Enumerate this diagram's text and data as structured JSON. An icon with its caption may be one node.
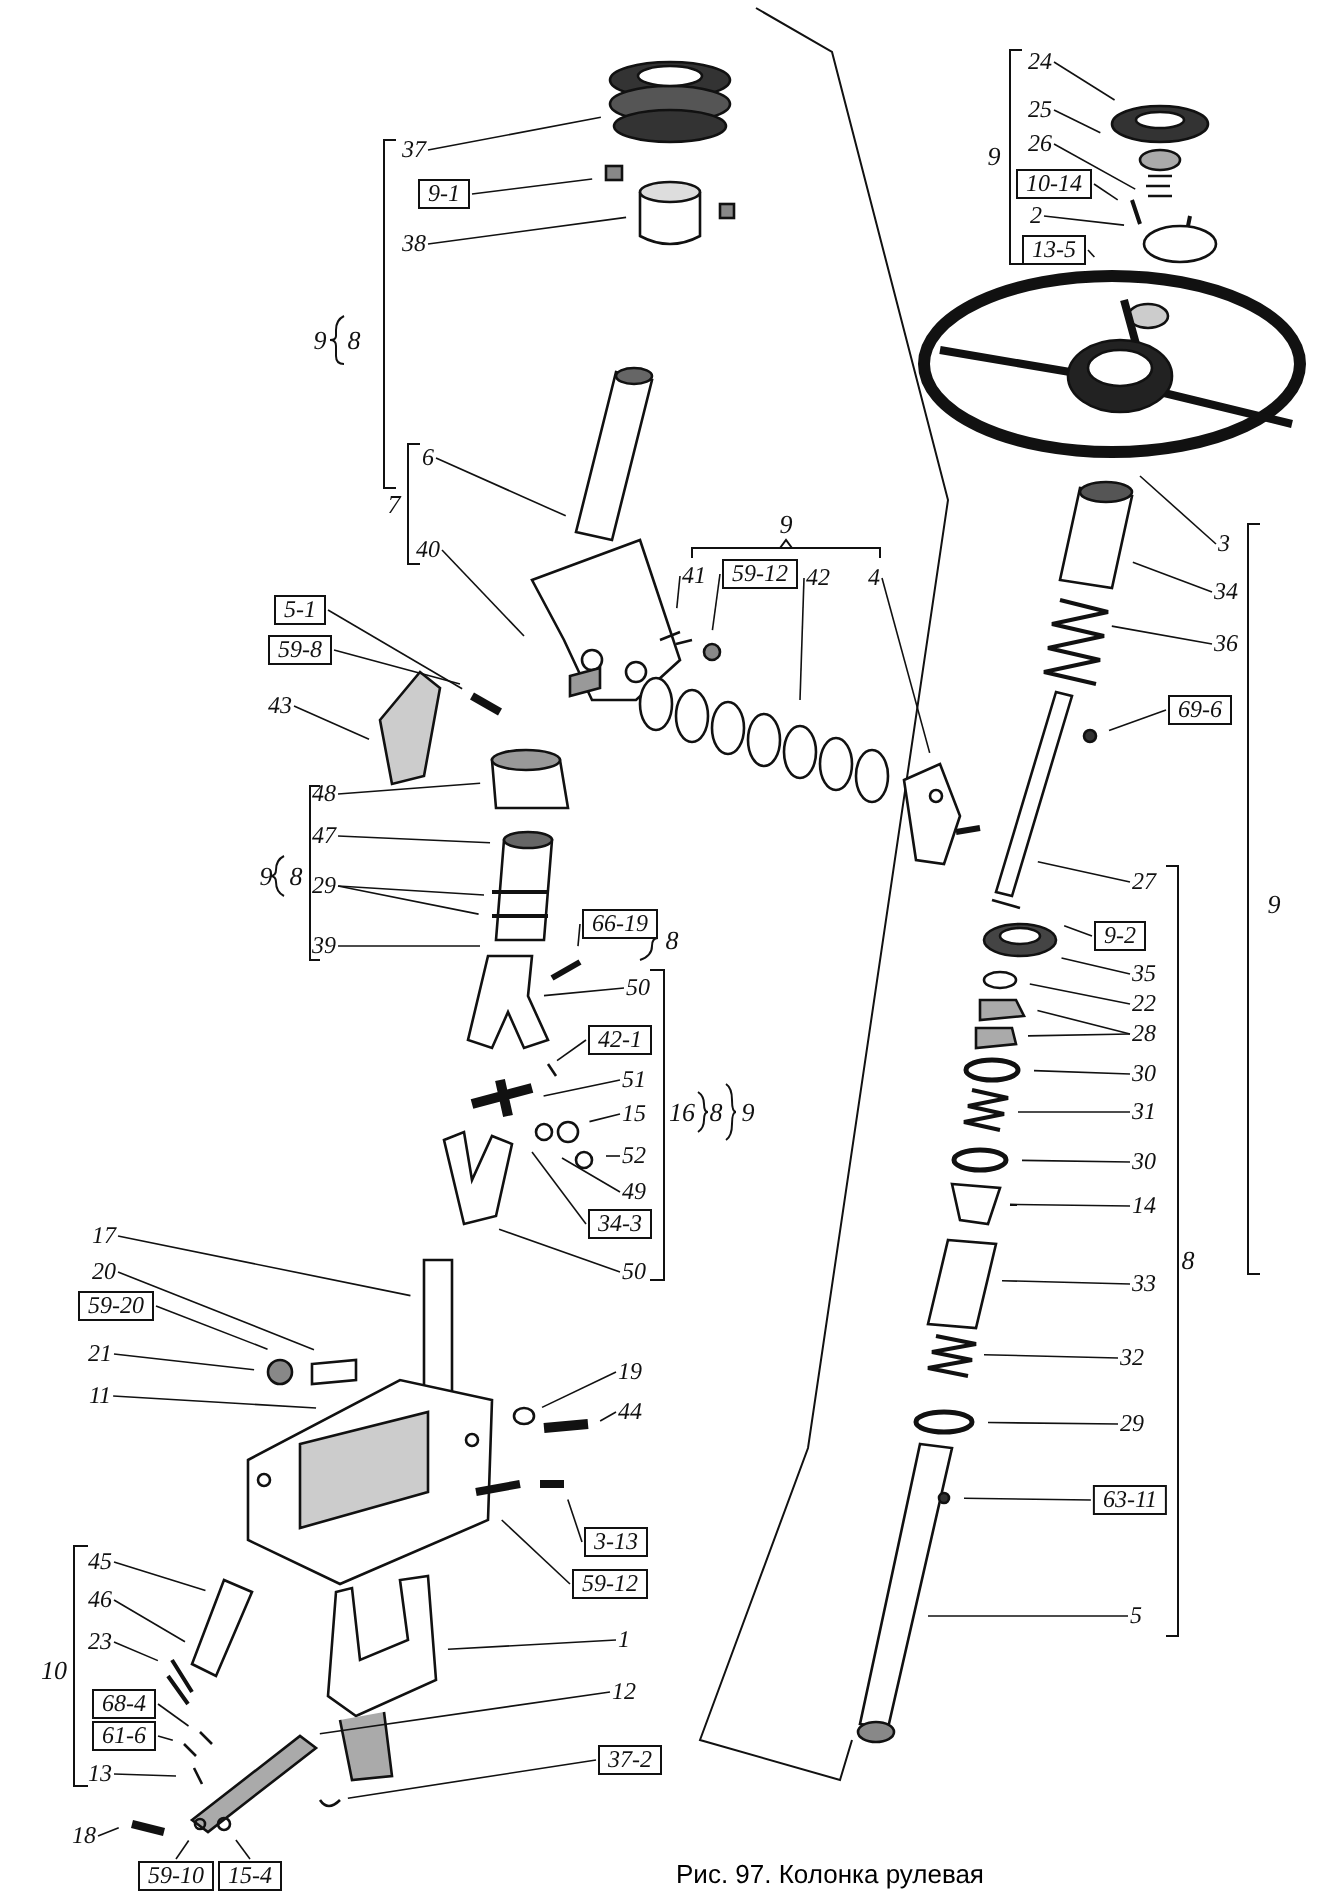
{
  "diagram": {
    "caption": "Рис. 97. Колонка рулевая",
    "nodes": [
      {
        "text": [
          "24"
        ]
      },
      {
        "text": [
          "25"
        ]
      },
      {
        "text": [
          "37"
        ]
      },
      {
        "text": [
          "26"
        ]
      },
      {
        "text": [
          "10-14"
        ]
      },
      {
        "text": [
          "9-1"
        ]
      },
      {
        "text": [
          "2"
        ]
      },
      {
        "text": [
          "38"
        ]
      },
      {
        "text": [
          "13-5"
        ]
      },
      {
        "text": [
          "6"
        ]
      },
      {
        "text": [
          "3"
        ]
      },
      {
        "text": [
          "40"
        ]
      },
      {
        "text": [
          "41"
        ]
      },
      {
        "text": [
          "59-12"
        ]
      },
      {
        "text": [
          "42"
        ]
      },
      {
        "text": [
          "4"
        ]
      },
      {
        "text": [
          "34"
        ]
      },
      {
        "text": [
          "5-1"
        ]
      },
      {
        "text": [
          "36"
        ]
      },
      {
        "text": [
          "59-8"
        ]
      },
      {
        "text": [
          "43"
        ]
      },
      {
        "text": [
          "69-6"
        ]
      },
      {
        "text": [
          "48"
        ]
      },
      {
        "text": [
          "47"
        ]
      },
      {
        "text": [
          "27"
        ]
      },
      {
        "text": [
          "29"
        ]
      },
      {
        "text": [
          "66-19"
        ]
      },
      {
        "text": [
          "9-2"
        ]
      },
      {
        "text": [
          "39"
        ]
      },
      {
        "text": [
          "35"
        ]
      },
      {
        "text": [
          "50"
        ]
      },
      {
        "text": [
          "22"
        ]
      },
      {
        "text": [
          "28"
        ]
      },
      {
        "text": [
          "42-1"
        ]
      },
      {
        "text": [
          "30"
        ]
      },
      {
        "text": [
          "51"
        ]
      },
      {
        "text": [
          "31"
        ]
      },
      {
        "text": [
          "15"
        ]
      },
      {
        "text": [
          "52"
        ]
      },
      {
        "text": [
          "30"
        ]
      },
      {
        "text": [
          "49"
        ]
      },
      {
        "text": [
          "14"
        ]
      },
      {
        "text": [
          "34-3"
        ]
      },
      {
        "text": [
          "17"
        ]
      },
      {
        "text": [
          "50"
        ]
      },
      {
        "text": [
          "20"
        ]
      },
      {
        "text": [
          "33"
        ]
      },
      {
        "text": [
          "59-20"
        ]
      },
      {
        "text": [
          "21"
        ]
      },
      {
        "text": [
          "32"
        ]
      },
      {
        "text": [
          "19"
        ]
      },
      {
        "text": [
          "11"
        ]
      },
      {
        "text": [
          "44"
        ]
      },
      {
        "text": [
          "29"
        ]
      },
      {
        "text": [
          "63-11"
        ]
      },
      {
        "text": [
          "3-13"
        ]
      },
      {
        "text": [
          "45"
        ]
      },
      {
        "text": [
          "59-12"
        ]
      },
      {
        "text": [
          "46"
        ]
      },
      {
        "text": [
          "5"
        ]
      },
      {
        "text": [
          "1"
        ]
      },
      {
        "text": [
          "23"
        ]
      },
      {
        "text": [
          "12"
        ]
      },
      {
        "text": [
          "68-4"
        ]
      },
      {
        "text": [
          "61-6"
        ]
      },
      {
        "text": [
          "37-2"
        ]
      },
      {
        "text": [
          "13"
        ]
      },
      {
        "text": [
          "18"
        ]
      },
      {
        "text": [
          "59-10"
        ]
      },
      {
        "text": [
          "15-4"
        ]
      }
    ],
    "edges": [
      {
        "from": 0,
        "to": null,
        "arrow": "none"
      },
      {
        "from": 1,
        "to": null,
        "arrow": "none"
      },
      {
        "from": 2,
        "to": null,
        "arrow": "none"
      },
      {
        "from": 3,
        "to": null,
        "arrow": "none"
      },
      {
        "from": 4,
        "to": null,
        "arrow": "none"
      },
      {
        "from": 5,
        "to": null,
        "arrow": "none"
      },
      {
        "from": 6,
        "to": null,
        "arrow": "none"
      },
      {
        "from": 7,
        "to": null,
        "arrow": "none"
      },
      {
        "from": 8,
        "to": null,
        "arrow": "none"
      },
      {
        "from": 9,
        "to": null,
        "arrow": "none"
      },
      {
        "from": 10,
        "to": null,
        "arrow": "none"
      },
      {
        "from": 11,
        "to": null,
        "arrow": "none"
      },
      {
        "from": 12,
        "to": null,
        "arrow": "none"
      },
      {
        "from": 13,
        "to": null,
        "arrow": "none"
      },
      {
        "from": 14,
        "to": null,
        "arrow": "none"
      },
      {
        "from": 15,
        "to": null,
        "arrow": "none"
      },
      {
        "from": 16,
        "to": null,
        "arrow": "none"
      },
      {
        "from": 17,
        "to": null,
        "arrow": "none"
      },
      {
        "from": 18,
        "to": null,
        "arrow": "none"
      },
      {
        "from": 19,
        "to": null,
        "arrow": "none"
      },
      {
        "from": 20,
        "to": null,
        "arrow": "none"
      },
      {
        "from": 21,
        "to": null,
        "arrow": "none"
      },
      {
        "from": 22,
        "to": null,
        "arrow": "none"
      },
      {
        "from": 23,
        "to": null,
        "arrow": "none"
      },
      {
        "from": 24,
        "to": null,
        "arrow": "none"
      },
      {
        "from": 25,
        "to": null,
        "arrow": "none"
      },
      {
        "from": 25,
        "to": null,
        "arrow": "none"
      },
      {
        "from": 26,
        "to": null,
        "arrow": "none"
      },
      {
        "from": 27,
        "to": null,
        "arrow": "none"
      },
      {
        "from": 28,
        "to": null,
        "arrow": "none"
      },
      {
        "from": 29,
        "to": null,
        "arrow": "none"
      },
      {
        "from": 30,
        "to": null,
        "arrow": "none"
      },
      {
        "from": 31,
        "to": null,
        "arrow": "none"
      },
      {
        "from": 32,
        "to": null,
        "arrow": "none"
      },
      {
        "from": 32,
        "to": null,
        "arrow": "none"
      },
      {
        "from": 33,
        "to": null,
        "arrow": "none"
      },
      {
        "from": 34,
        "to": null,
        "arrow": "none"
      },
      {
        "from": 35,
        "to": null,
        "arrow": "none"
      },
      {
        "from": 36,
        "to": null,
        "arrow": "none"
      },
      {
        "from": 37,
        "to": null,
        "arrow": "none"
      },
      {
        "from": 38,
        "to": null,
        "arrow": "none"
      },
      {
        "from": 39,
        "to": null,
        "arrow": "none"
      },
      {
        "from": 40,
        "to": null,
        "arrow": "none"
      },
      {
        "from": 41,
        "to": null,
        "arrow": "none"
      },
      {
        "from": 42,
        "to": null,
        "arrow": "none"
      },
      {
        "from": 43,
        "to": null,
        "arrow": "none"
      },
      {
        "from": 44,
        "to": null,
        "arrow": "none"
      },
      {
        "from": 45,
        "to": null,
        "arrow": "none"
      },
      {
        "from": 46,
        "to": null,
        "arrow": "none"
      },
      {
        "from": 47,
        "to": null,
        "arrow": "none"
      },
      {
        "from": 48,
        "to": null,
        "arrow": "none"
      },
      {
        "from": 49,
        "to": null,
        "arrow": "none"
      },
      {
        "from": 50,
        "to": null,
        "arrow": "none"
      },
      {
        "from": 51,
        "to": null,
        "arrow": "none"
      },
      {
        "from": 52,
        "to": null,
        "arrow": "none"
      },
      {
        "from": 53,
        "to": null,
        "arrow": "none"
      },
      {
        "from": 54,
        "to": null,
        "arrow": "none"
      },
      {
        "from": 55,
        "to": null,
        "arrow": "none"
      },
      {
        "from": 56,
        "to": null,
        "arrow": "none"
      },
      {
        "from": 57,
        "to": null,
        "arrow": "none"
      },
      {
        "from": 58,
        "to": null,
        "arrow": "none"
      },
      {
        "from": 59,
        "to": null,
        "arrow": "none"
      },
      {
        "from": 60,
        "to": null,
        "arrow": "none"
      },
      {
        "from": 61,
        "to": null,
        "arrow": "none"
      },
      {
        "from": 62,
        "to": null,
        "arrow": "none"
      },
      {
        "from": 63,
        "to": null,
        "arrow": "none"
      },
      {
        "from": 64,
        "to": null,
        "arrow": "none"
      },
      {
        "from": 65,
        "to": null,
        "arrow": "none"
      },
      {
        "from": 66,
        "to": null,
        "arrow": "none"
      },
      {
        "from": 67,
        "to": null,
        "arrow": "none"
      },
      {
        "from": 68,
        "to": null,
        "arrow": "none"
      },
      {
        "from": 69,
        "to": null,
        "arrow": "none"
      }
    ],
    "labels": [
      "9",
      "9",
      "8",
      "7",
      "9",
      "9",
      "8",
      "9",
      "8",
      "16",
      "8",
      "9",
      "8",
      "10"
    ]
  }
}
